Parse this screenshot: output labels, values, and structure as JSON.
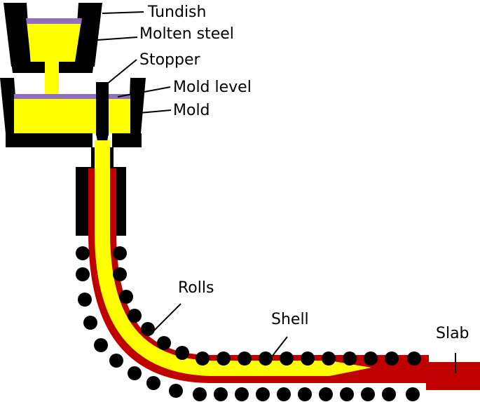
{
  "labels": {
    "tundish": "Tundish",
    "molten_steel": "Molten steel",
    "stopper": "Stopper",
    "mold_level": "Mold level",
    "mold": "Mold",
    "rolls": "Rolls",
    "shell": "Shell",
    "slab": "Slab"
  },
  "colors": {
    "refractory": "#000000",
    "molten": "#ffff00",
    "slag": "#8f6fbf",
    "shell": "#c00000",
    "roll": "#000000",
    "leader": "#000000",
    "background": "#ffffff"
  }
}
